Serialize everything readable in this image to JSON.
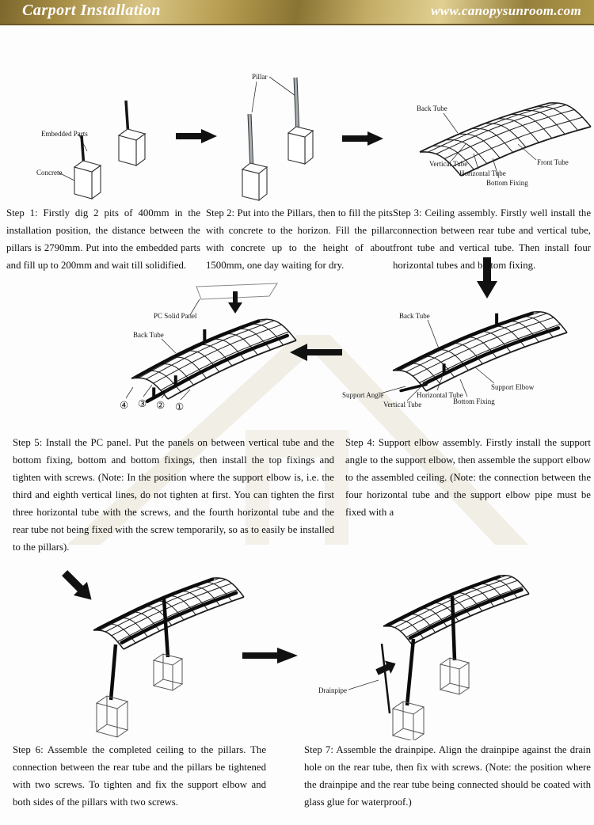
{
  "header": {
    "title": "Carport Installation",
    "website": "www.canopysunroom.com",
    "accent_color": "#a58c44",
    "text_color": "#ffffff"
  },
  "steps": {
    "s1": {
      "text": "Step 1: Firstly dig 2 pits of 400mm in the installation position, the distance between the pillars is 2790mm. Put into the embedded parts and fill up to 200mm and wait till solidified.",
      "labels": {
        "embedded_parts": "Embedded Parts",
        "concrete": "Concrete"
      }
    },
    "s2": {
      "text": "Step 2: Put into the Pillars, then to fill the pits with concrete to the horizon. Fill the pillar with concrete up to the height of about 1500mm, one day waiting for dry.",
      "labels": {
        "pillar": "Pillar"
      }
    },
    "s3": {
      "text": "Step 3: Ceiling assembly. Firstly well install the connection between rear tube and vertical tube, front tube and vertical tube. Then install four horizontal tubes and bottom fixing.",
      "labels": {
        "back_tube": "Back Tube",
        "vertical_tube": "Vertical Tube",
        "horizontal_tube": "Horizontal Tube",
        "bottom_fixing": "Bottom Fixing",
        "front_tube": "Front Tube"
      }
    },
    "s4": {
      "text": "Step 4: Support elbow assembly. Firstly install the support angle to the support elbow, then assemble the support elbow to the assembled ceiling. (Note: the connection between the four horizontal tube and the support elbow pipe must be fixed with a",
      "labels": {
        "back_tube": "Back Tube",
        "support_angle": "Support Angle",
        "vertical_tube": "Vertical Tube",
        "horizontal_tube": "Horizontal Tube",
        "bottom_fixing": "Bottom Fixing",
        "support_elbow": "Support Elbow"
      }
    },
    "s5": {
      "text": "Step 5: Install the PC panel. Put the panels on between vertical tube and the bottom fixing, bottom and bottom fixings, then install the top fixings and tighten with screws. (Note: In the position where the support elbow is, i.e. the third and eighth vertical lines, do not tighten at first. You can tighten the first three horizontal tube with the screws, and the fourth horizontal tube and the rear tube not being fixed with the screw temporarily, so as to easily be installed to the pillars).",
      "labels": {
        "pc_solid_panel": "PC Solid Panel",
        "back_tube": "Back Tube",
        "n4": "④",
        "n3": "③",
        "n2": "②",
        "n1": "①"
      }
    },
    "s6": {
      "text": "Step 6: Assemble the completed ceiling to the pillars. The connection between the rear tube and the pillars be tightened with two screws. To tighten and fix the support elbow and both sides of the pillars with two screws.",
      "labels": {}
    },
    "s7": {
      "text": "Step 7: Assemble the drainpipe. Align the drainpipe against the drain hole on the rear tube, then fix with screws. (Note: the position where the drainpipe and the rear tube being connected should be coated with glass glue for waterproof.)",
      "labels": {
        "drainpipe": "Drainpipe"
      }
    }
  }
}
